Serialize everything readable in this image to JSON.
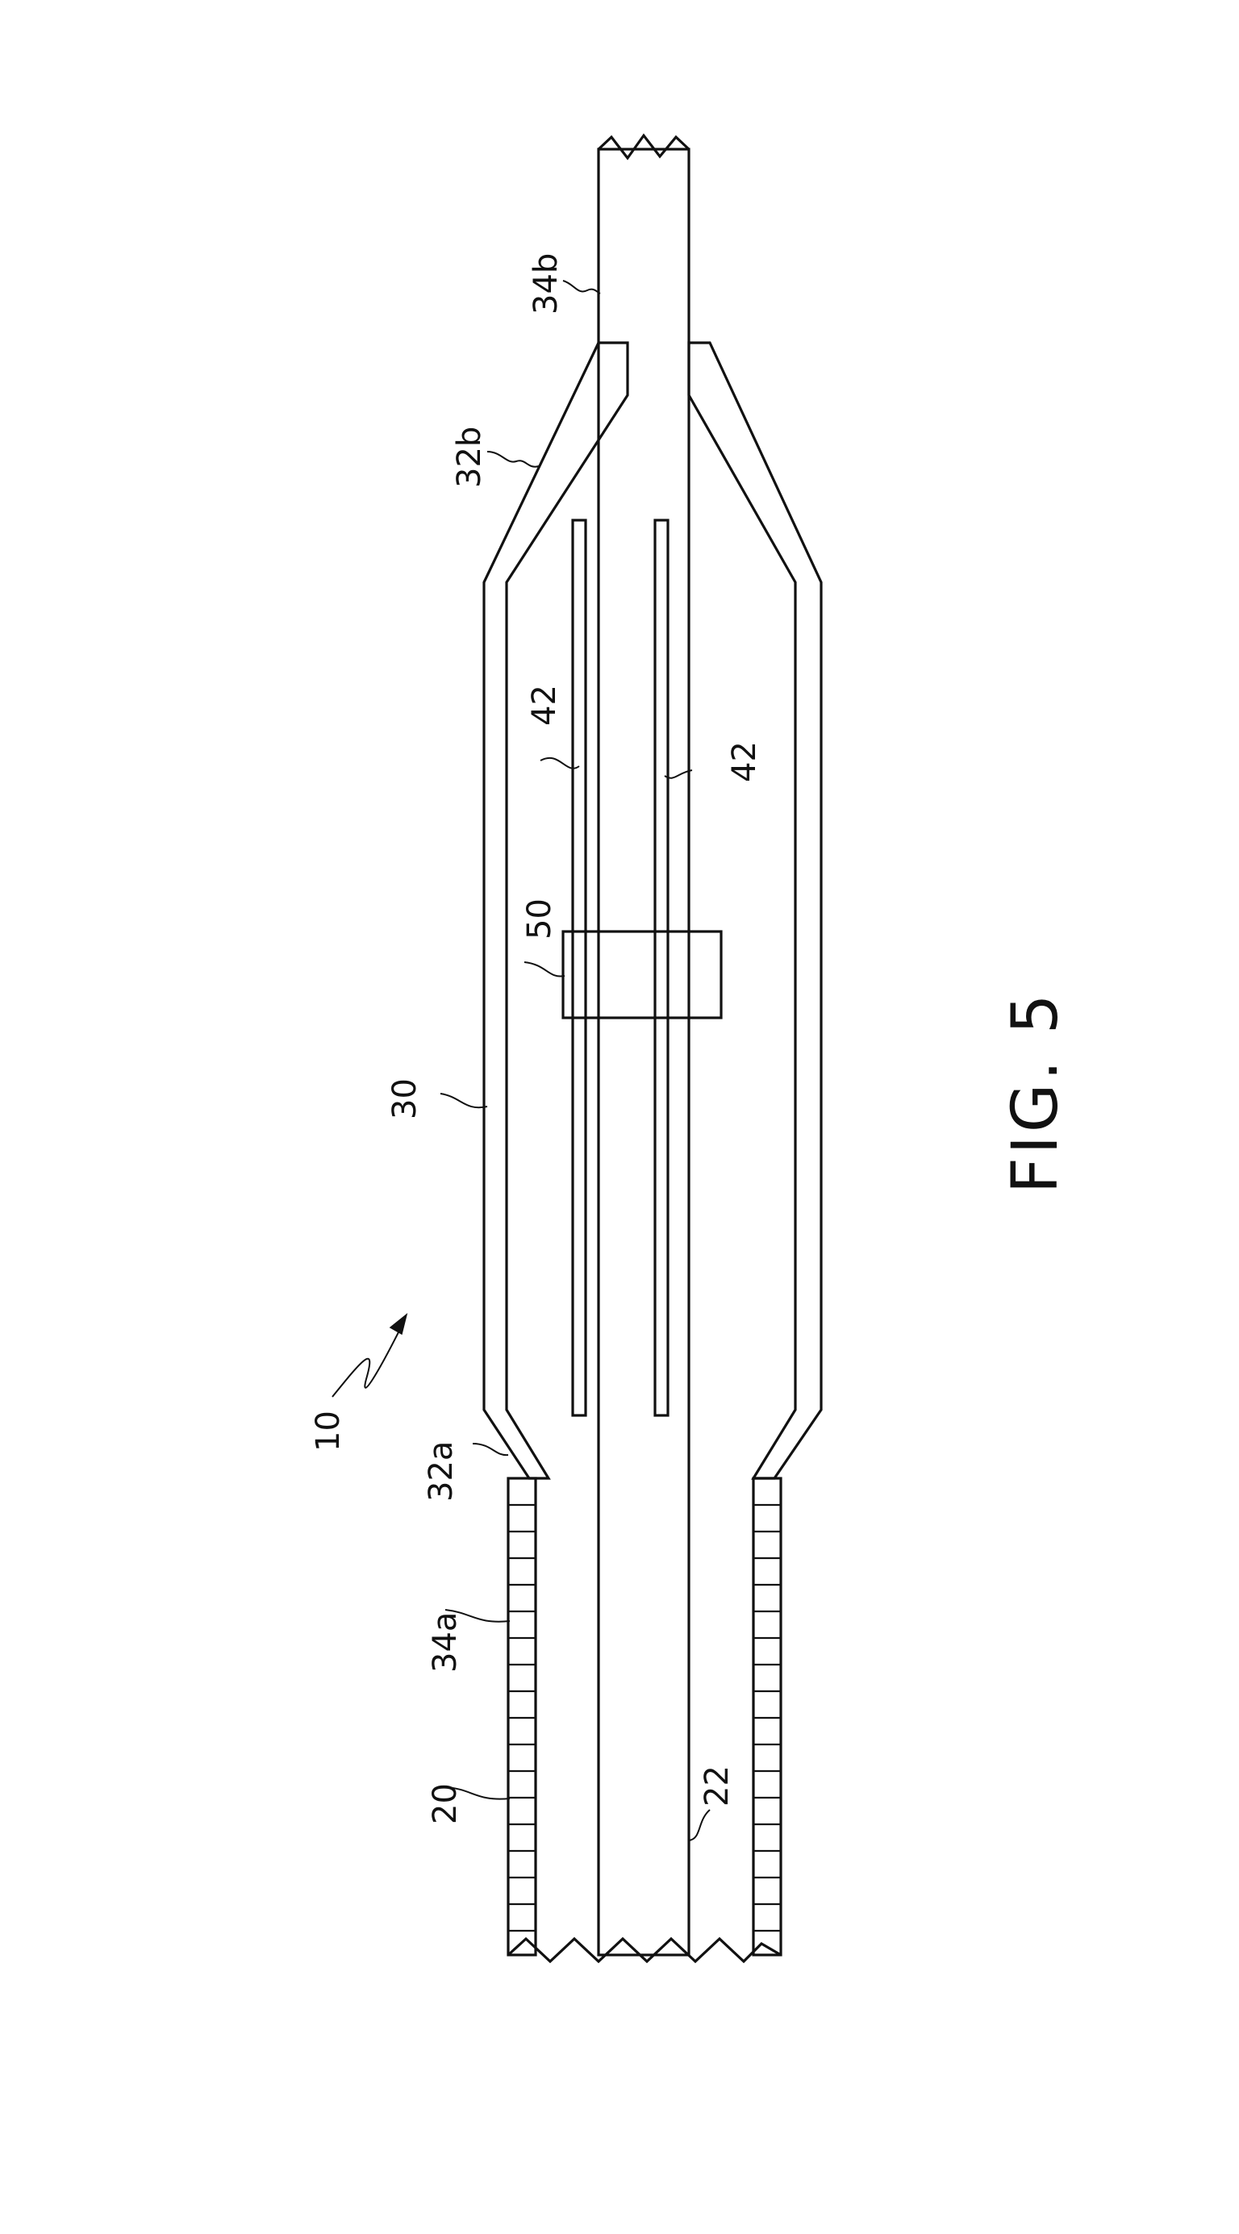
{
  "figure": {
    "caption": "FIG. 5",
    "reference_numerals": {
      "device": "10",
      "outer_tube": "20",
      "inner_member": "22",
      "body": "30",
      "proximal_taper": "32a",
      "distal_taper": "32b",
      "proximal_section": "34a",
      "distal_section": "34b",
      "strut_upper": "42",
      "strut_lower": "42",
      "block": "50"
    }
  }
}
